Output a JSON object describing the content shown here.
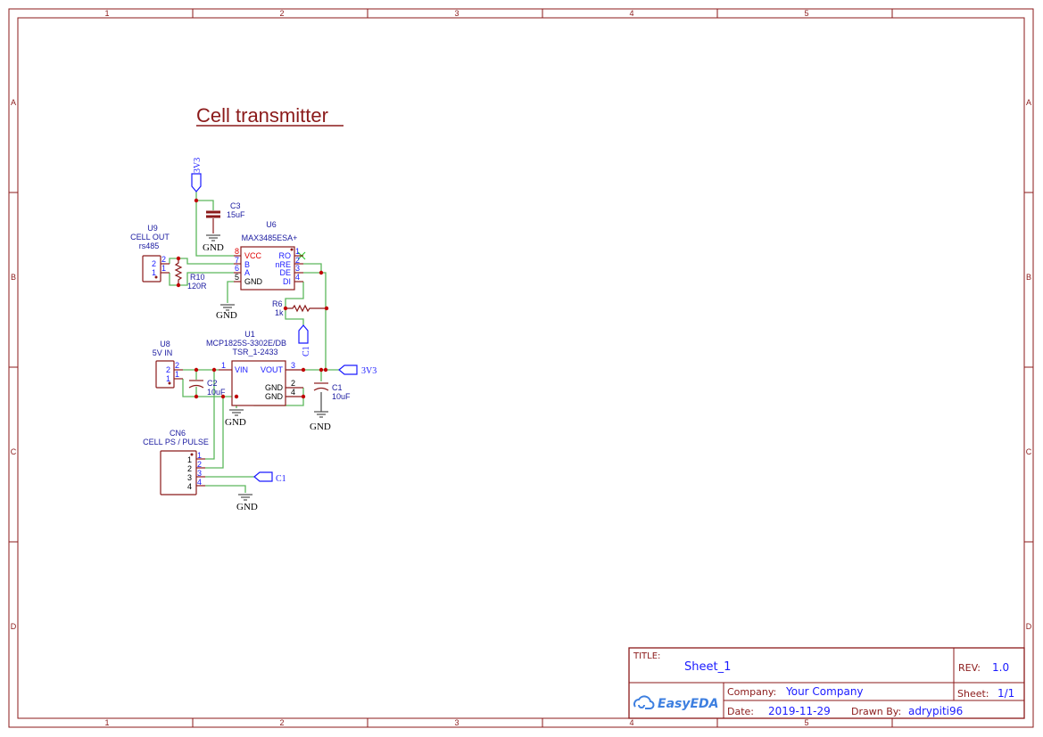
{
  "title": "Cell transmitter",
  "frame": {
    "columns": [
      "1",
      "2",
      "3",
      "4",
      "5"
    ],
    "rows": [
      "A",
      "B",
      "C",
      "D"
    ]
  },
  "components": {
    "u6": {
      "ref": "U6",
      "value": "MAX3485ESA+",
      "pins_left": [
        {
          "num": "8",
          "name": "VCC"
        },
        {
          "num": "7",
          "name": "B"
        },
        {
          "num": "6",
          "name": "A"
        },
        {
          "num": "5",
          "name": "GND"
        }
      ],
      "pins_right": [
        {
          "num": "1",
          "name": "RO"
        },
        {
          "num": "2",
          "name": "nRE"
        },
        {
          "num": "3",
          "name": "DE"
        },
        {
          "num": "4",
          "name": "DI"
        }
      ]
    },
    "u9": {
      "ref": "U9",
      "value": "CELL OUT",
      "package": "rs485",
      "pins": [
        "2",
        "1"
      ]
    },
    "r10": {
      "ref": "R10",
      "value": "120R"
    },
    "c3": {
      "ref": "C3",
      "value": "15uF"
    },
    "r6": {
      "ref": "R6",
      "value": "1k"
    },
    "u1": {
      "ref": "U1",
      "value": "MCP1825S-3302E/DB",
      "package": "TSR_1-2433",
      "pins": [
        {
          "num": "1",
          "name": "VIN"
        },
        {
          "num": "3",
          "name": "VOUT"
        },
        {
          "num": "2",
          "name": "GND"
        },
        {
          "num": "4",
          "name": "GND"
        }
      ]
    },
    "u8": {
      "ref": "U8",
      "value": "5V IN",
      "pins": [
        "2",
        "1"
      ]
    },
    "c2": {
      "ref": "C2",
      "value": "10uF"
    },
    "c1": {
      "ref": "C1",
      "value": "10uF"
    },
    "cn6": {
      "ref": "CN6",
      "value": "CELL PS / PULSE",
      "pins": [
        "1",
        "2",
        "3",
        "4"
      ]
    }
  },
  "nets": {
    "gnd": "GND",
    "v33": "3V3",
    "c1": "C1"
  },
  "title_block": {
    "title_label": "TITLE:",
    "title": "Sheet_1",
    "rev_label": "REV:",
    "rev": "1.0",
    "logo": "EasyEDA",
    "company_label": "Company:",
    "company": "Your Company",
    "sheet_label": "Sheet:",
    "sheet": "1/1",
    "date_label": "Date:",
    "date": "2019-11-29",
    "drawn_label": "Drawn By:",
    "drawn_by": "adrypiti96"
  }
}
